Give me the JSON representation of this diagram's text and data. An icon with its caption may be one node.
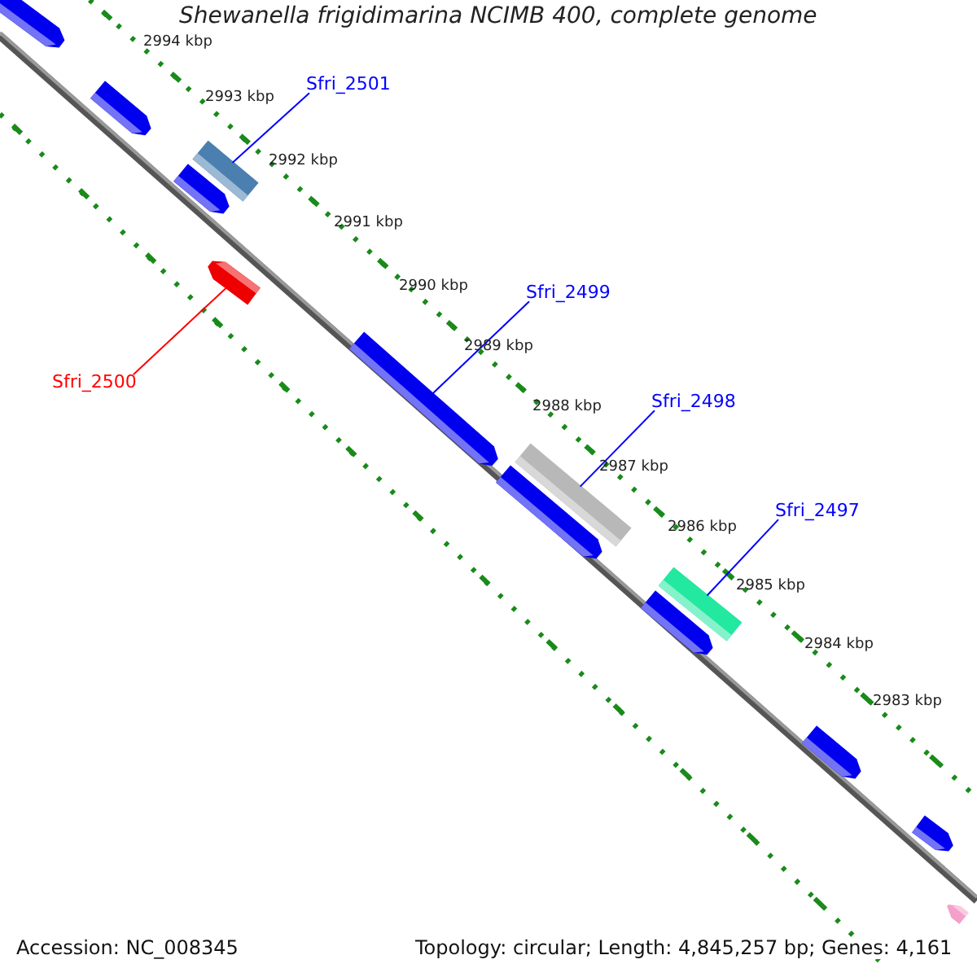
{
  "diagram": {
    "title": "Shewanella frigidimarina NCIMB 400, complete genome",
    "nodes": [
      {
        "text": [],
        "shape": "bar"
      },
      {
        "text": [],
        "shape": "bar"
      },
      {
        "text": [
          "Sfri_2501"
        ]
      },
      {
        "text": [],
        "shape": "bar"
      },
      {
        "text": [],
        "shape": "bar"
      },
      {
        "text": [],
        "shape": "bar"
      },
      {
        "text": [
          "Sfri_2500"
        ]
      },
      {
        "text": [
          "Sfri_2499"
        ]
      },
      {
        "text": [],
        "shape": "bar"
      },
      {
        "text": [
          "Sfri_2498"
        ]
      },
      {
        "text": [],
        "shape": "bar"
      },
      {
        "text": [],
        "shape": "bar"
      },
      {
        "text": [
          "Sfri_2497"
        ]
      },
      {
        "text": [],
        "shape": "bar"
      },
      {
        "text": [],
        "shape": "bar"
      },
      {
        "text": [],
        "shape": "bar"
      },
      {
        "text": [],
        "shape": "bar"
      },
      {
        "text": [],
        "shape": "bar"
      }
    ],
    "edges": [
      {
        "from": 2,
        "to": 3,
        "arrow": "none"
      },
      {
        "from": 6,
        "to": 5,
        "arrow": "none",
        "color": "#ff0000"
      },
      {
        "from": 7,
        "to": 8,
        "arrow": "none"
      },
      {
        "from": 9,
        "to": 10,
        "arrow": "none"
      },
      {
        "from": 12,
        "to": 13,
        "arrow": "none"
      }
    ],
    "labels": [
      "2994 kbp",
      "2993 kbp",
      "2992 kbp",
      "2991 kbp",
      "2990 kbp",
      "2989 kbp",
      "2988 kbp",
      "2987 kbp",
      "2986 kbp",
      "2985 kbp",
      "2984 kbp",
      "2983 kbp",
      "Accession: NC_008345",
      "Topology: circular; Length: 4,845,257 bp; Genes: 4,161"
    ]
  }
}
